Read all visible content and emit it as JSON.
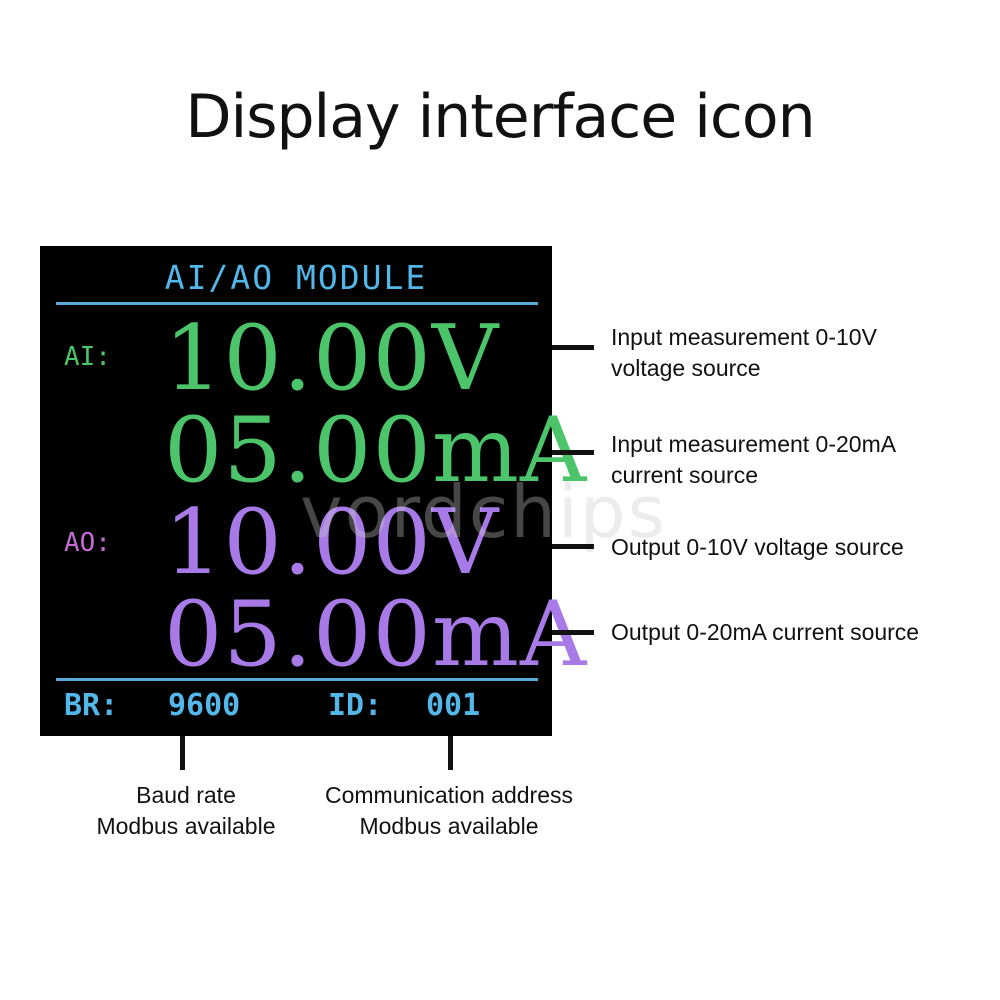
{
  "title": "Display interface icon",
  "screen": {
    "header": "AI/AO MODULE",
    "ai_label": "AI:",
    "ao_label": "AO:",
    "ai_voltage": "10.00V",
    "ai_current": "05.00mA",
    "ao_voltage": "10.00V",
    "ao_current": "05.00mA",
    "br_label": "BR:",
    "br_value": "9600",
    "id_label": "ID:",
    "id_value": "001",
    "colors": {
      "background": "#000000",
      "header": "#54b7ea",
      "ai": "#4cc56a",
      "ao": "#a87ae8"
    }
  },
  "callouts": {
    "ai_voltage": [
      "Input measurement 0-10V",
      "voltage source"
    ],
    "ai_current": [
      "Input measurement 0-20mA",
      "current source"
    ],
    "ao_voltage": [
      "Output 0-10V voltage source"
    ],
    "ao_current": [
      "Output 0-20mA current source"
    ],
    "baud_rate": [
      "Baud rate",
      "Modbus available"
    ],
    "address": [
      "Communication address",
      "Modbus available"
    ]
  },
  "watermark": "vordchips"
}
